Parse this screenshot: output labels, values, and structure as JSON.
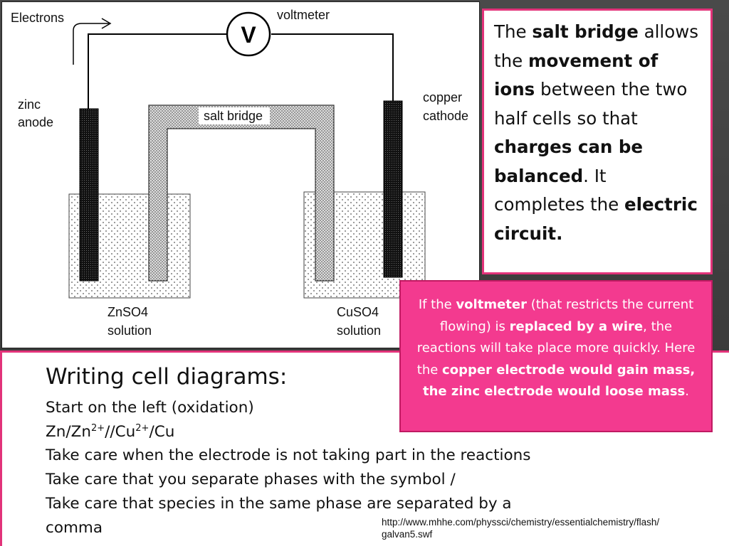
{
  "diagram": {
    "labels": {
      "electrons": "Electrons",
      "voltmeter": "voltmeter",
      "voltmeter_symbol": "V",
      "zinc_line1": "zinc",
      "zinc_line2": "anode",
      "copper_line1": "copper",
      "copper_line2": "cathode",
      "salt_bridge": "salt bridge",
      "left_solution_line1": "ZnSO4",
      "left_solution_line2": "solution",
      "right_solution_line1": "CuSO4",
      "right_solution_line2": "solution"
    }
  },
  "salt_bridge_box": {
    "t1": "The ",
    "b1": "salt bridge",
    "t2": " allows the ",
    "b2": "movement of ions",
    "t3": " between the two half cells so that ",
    "b3": "charges can be balanced",
    "t4": ". It completes the ",
    "b4": "electric circuit."
  },
  "voltmeter_box": {
    "t1": "If the ",
    "b1": "voltmeter",
    "t2": " (that restricts the current flowing) is ",
    "b2": "replaced by a wire",
    "t3": ", the reactions will take place more quickly. Here the ",
    "b3": "copper electrode would gain mass, the zinc electrode would loose mass",
    "t4": "."
  },
  "notes": {
    "title": "Writing cell diagrams:",
    "line1": "Start on the left (oxidation)",
    "formula_zn": "Zn/Zn",
    "formula_sup1": "2+",
    "formula_mid": "//Cu",
    "formula_sup2": "2+",
    "formula_end": "/Cu",
    "line3": "Take care when the electrode is not taking part in the reactions",
    "line4": "Take care that you separate phases with the symbol /",
    "line5a": "Take care that species in the same phase are separated by a",
    "line5b": "comma"
  },
  "source": {
    "line1": "http://www.mhhe.com/physsci/chemistry/essentialchemistry/flash/",
    "line2": "galvan5.swf"
  },
  "colors": {
    "accent_pink": "#f33a8f",
    "border_pink": "#e2337a",
    "background_dark": "#3a3a3a"
  }
}
